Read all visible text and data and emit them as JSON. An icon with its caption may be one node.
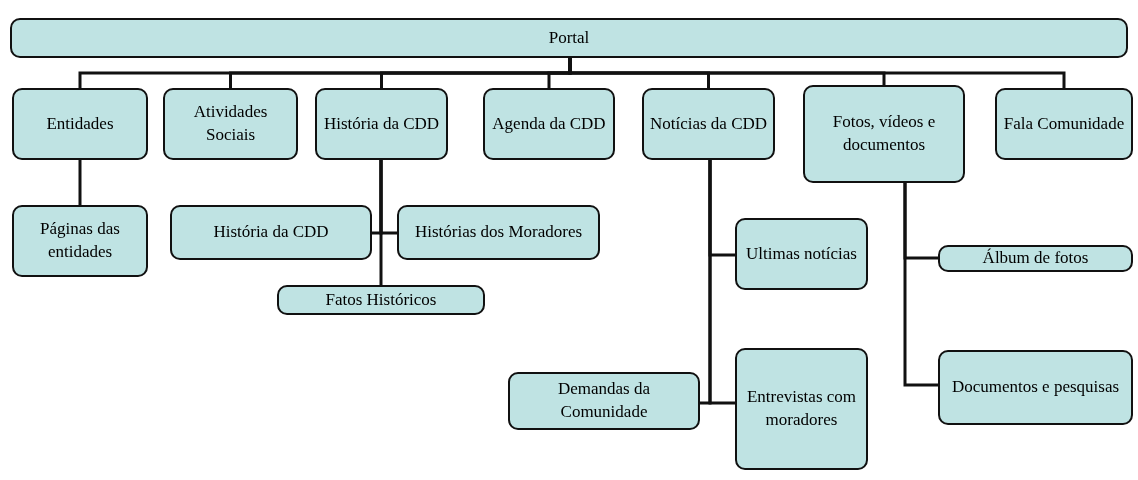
{
  "diagram": {
    "nodes": [
      {
        "text": [
          "Portal"
        ]
      },
      {
        "text": [
          "Entidades"
        ]
      },
      {
        "text": [
          "Atividades Sociais"
        ]
      },
      {
        "text": [
          "História da CDD"
        ]
      },
      {
        "text": [
          "Agenda da CDD"
        ]
      },
      {
        "text": [
          "Notícias da CDD"
        ]
      },
      {
        "text": [
          "Fotos, vídeos e documentos"
        ]
      },
      {
        "text": [
          "Fala Comunidade"
        ]
      },
      {
        "text": [
          "Páginas das entidades"
        ]
      },
      {
        "text": [
          "História da CDD"
        ]
      },
      {
        "text": [
          "Histórias dos Moradores"
        ]
      },
      {
        "text": [
          "Fatos Históricos"
        ]
      },
      {
        "text": [
          "Ultimas notícias"
        ]
      },
      {
        "text": [
          "Álbum de fotos"
        ]
      },
      {
        "text": [
          "Documentos e pesquisas"
        ]
      },
      {
        "text": [
          "Demandas da Comunidade"
        ]
      },
      {
        "text": [
          "Entrevistas com moradores"
        ]
      }
    ],
    "edges": [
      {
        "from": 0,
        "to": 1,
        "arrow": "none"
      },
      {
        "from": 0,
        "to": 2,
        "arrow": "none"
      },
      {
        "from": 0,
        "to": 3,
        "arrow": "none"
      },
      {
        "from": 0,
        "to": 4,
        "arrow": "none"
      },
      {
        "from": 0,
        "to": 5,
        "arrow": "none"
      },
      {
        "from": 0,
        "to": 6,
        "arrow": "none"
      },
      {
        "from": 0,
        "to": 7,
        "arrow": "none"
      },
      {
        "from": 1,
        "to": 8,
        "arrow": "none"
      },
      {
        "from": 3,
        "to": 9,
        "arrow": "none"
      },
      {
        "from": 3,
        "to": 10,
        "arrow": "none"
      },
      {
        "from": 3,
        "to": 11,
        "arrow": "none"
      },
      {
        "from": 5,
        "to": 12,
        "arrow": "none"
      },
      {
        "from": 5,
        "to": 15,
        "arrow": "none"
      },
      {
        "from": 5,
        "to": 16,
        "arrow": "none"
      },
      {
        "from": 6,
        "to": 13,
        "arrow": "none"
      },
      {
        "from": 6,
        "to": 14,
        "arrow": "none"
      }
    ]
  }
}
